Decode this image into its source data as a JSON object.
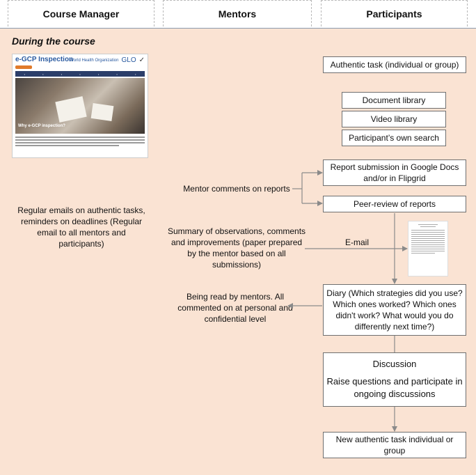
{
  "lanes": {
    "course_manager": "Course Manager",
    "mentors": "Mentors",
    "participants": "Participants"
  },
  "phase": "During the course",
  "course_manager": {
    "screenshot": {
      "title": "e-GCP Inspection",
      "logos": [
        "World Health Organization",
        "GLO"
      ],
      "caption": "Why e-GCP inspection?"
    },
    "emails": "Regular emails on authentic tasks, reminders on deadlines (Regular email to all mentors and participants)"
  },
  "mentors": {
    "comments": "Mentor comments on reports",
    "summary": "Summary of observations, comments and improvements (paper prepared by the mentor based on all submissions)",
    "reading": "Being read by mentors. All commented on at personal and confidential level"
  },
  "participants": {
    "task": "Authentic task (individual or group)",
    "document_library": "Document library",
    "video_library": "Video library",
    "own_search": "Participant’s own search",
    "report_submission": "Report submission in Google Docs and/or in Flipgrid",
    "peer_review": "Peer-review of reports",
    "diary": "Diary (Which strategies did you use? Which ones worked? Which ones didn't work? What would you do differently next time?)",
    "discussion_title": "Discussion",
    "discussion_body": "Raise questions and participate in ongoing discussions",
    "new_task": "New authentic task individual or group"
  },
  "email_label": "E-mail",
  "colors": {
    "band": "#fae3d3",
    "arrow": "#8a8a8a",
    "lane_border": "#b8b8b8"
  }
}
